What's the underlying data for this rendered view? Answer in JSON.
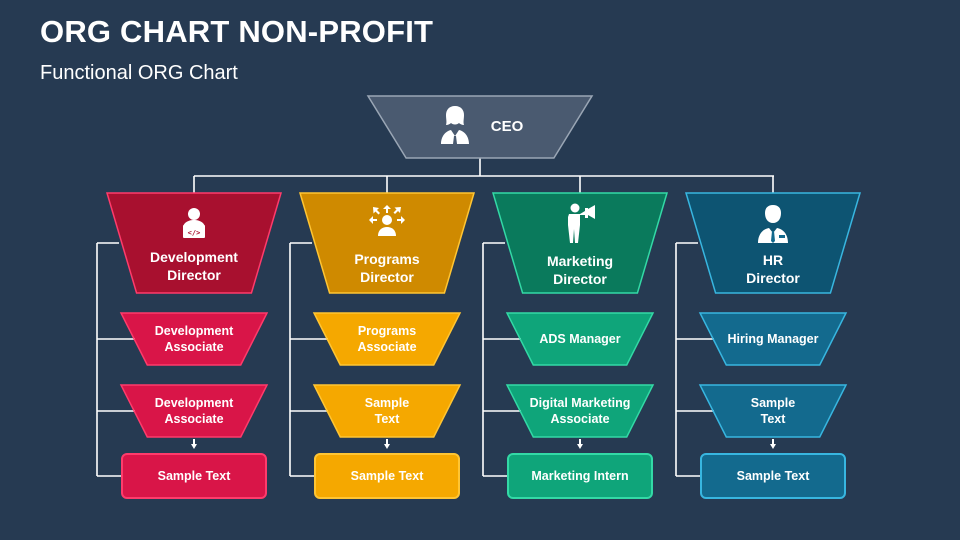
{
  "title": "ORG CHART NON-PROFIT",
  "subtitle": "Functional ORG Chart",
  "ceo": {
    "label": "CEO",
    "color": "#4a5a70",
    "icon": "businesswoman-icon"
  },
  "columns": [
    {
      "id": "development",
      "director": "Development\nDirector",
      "icon": "developer-laptop-icon",
      "colors": {
        "dark": "#a8102f",
        "mid": "#d91548",
        "box": "#d91548",
        "border": "#ff3b6b"
      },
      "items": [
        "Development\nAssociate",
        "Development\nAssociate",
        "Sample Text"
      ]
    },
    {
      "id": "programs",
      "director": "Programs\nDirector",
      "icon": "team-arrows-icon",
      "colors": {
        "dark": "#cf8a00",
        "mid": "#f5a800",
        "box": "#f5a800",
        "border": "#ffc533"
      },
      "items": [
        "Programs\nAssociate",
        "Sample\nText",
        "Sample Text"
      ]
    },
    {
      "id": "marketing",
      "director": "Marketing\nDirector",
      "icon": "megaphone-person-icon",
      "colors": {
        "dark": "#0a7a5c",
        "mid": "#0fa57a",
        "box": "#0fa57a",
        "border": "#33d9a6"
      },
      "items": [
        "ADS Manager",
        "Digital Marketing\nAssociate",
        "Marketing Intern"
      ]
    },
    {
      "id": "hr",
      "director": "HR\nDirector",
      "icon": "businessman-icon",
      "colors": {
        "dark": "#0d5472",
        "mid": "#136a8e",
        "box": "#136a8e",
        "border": "#38b6e0"
      },
      "items": [
        "Hiring Manager",
        "Sample\nText",
        "Sample Text"
      ]
    }
  ]
}
